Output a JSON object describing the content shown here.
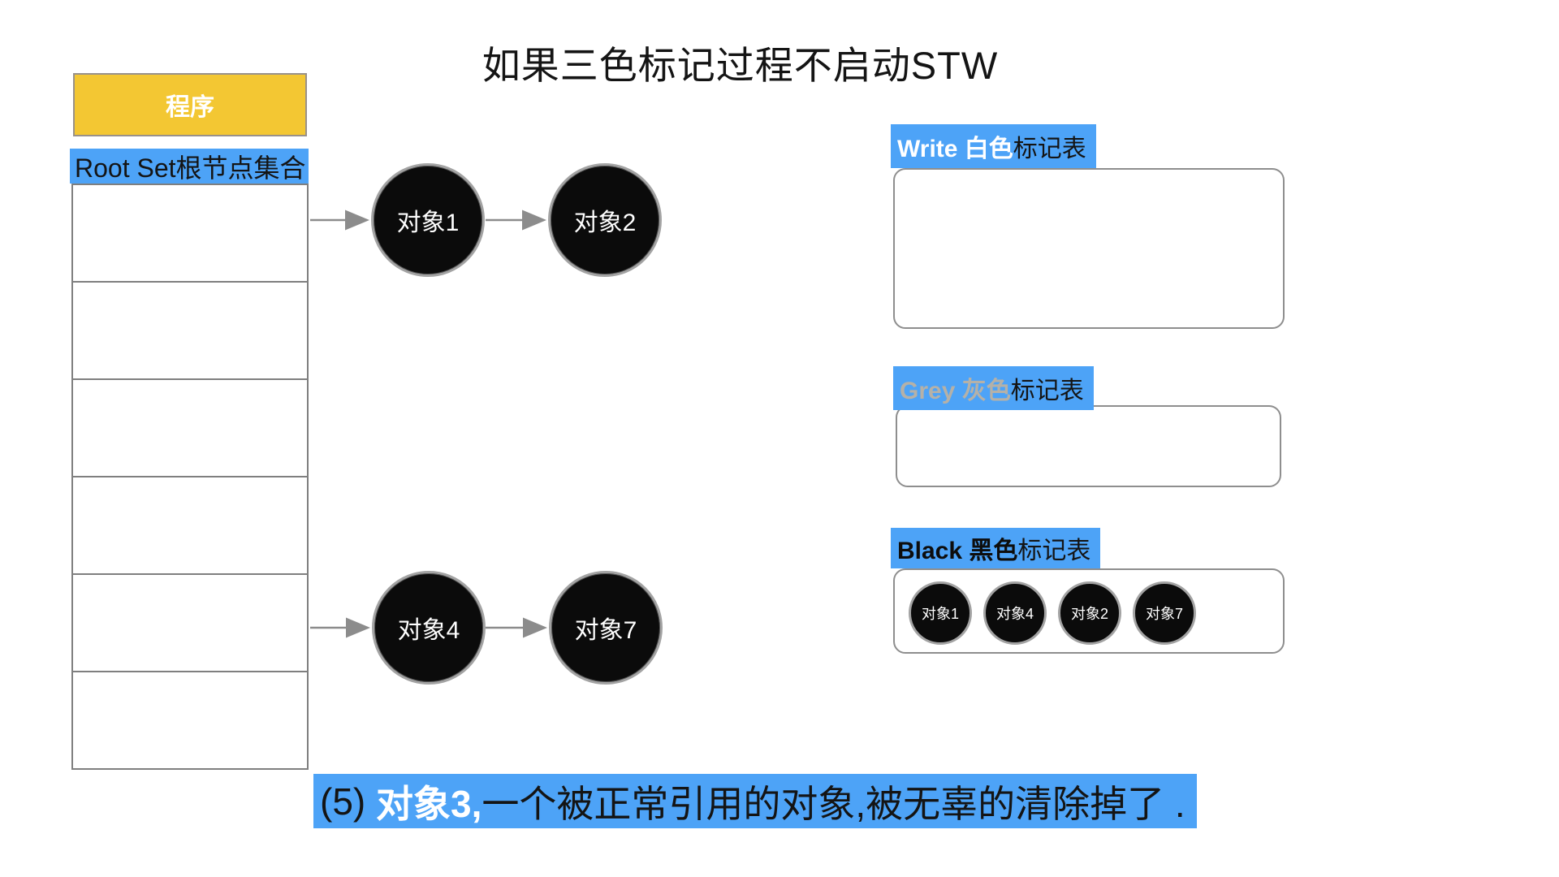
{
  "title": "如果三色标记过程不启动STW",
  "program": {
    "header": "程序",
    "root_label": "Root Set根节点集合",
    "empty_row_count": 6
  },
  "graph": {
    "node1": "对象1",
    "node2": "对象2",
    "node4": "对象4",
    "node7": "对象7"
  },
  "mark_tables": {
    "white": {
      "bold": "Write 白色",
      "rest": "标记表",
      "items": []
    },
    "grey": {
      "bold": "Grey 灰色",
      "rest": "标记表",
      "items": []
    },
    "black": {
      "bold": "Black 黑色",
      "rest": "标记表",
      "items": [
        "对象1",
        "对象4",
        "对象2",
        "对象7"
      ]
    }
  },
  "caption": {
    "num": "(5) ",
    "bold": "对象3,",
    "rest": "一个被正常引用的对象,被无辜的清除掉了 ."
  },
  "colors": {
    "blue": "#4da3f7",
    "yellow": "#f3c733",
    "grey_label_text": "#b5b1a8",
    "arrow": "#8c8c8c"
  }
}
